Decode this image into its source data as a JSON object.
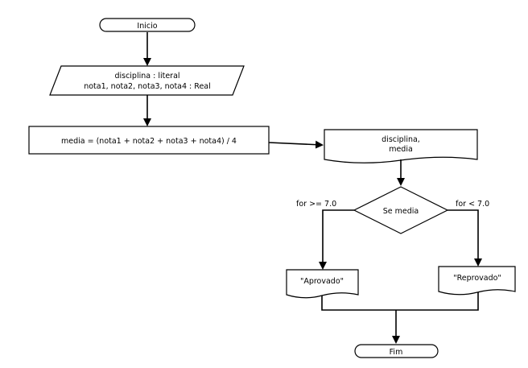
{
  "flowchart": {
    "start": {
      "label": "Inicio"
    },
    "input": {
      "line1": "disciplina : literal",
      "line2": "nota1, nota2, nota3, nota4 : Real"
    },
    "process": {
      "label": "media = (nota1 + nota2 + nota3 + nota4) / 4"
    },
    "output": {
      "line1": "disciplina,",
      "line2": "media"
    },
    "decision": {
      "label": "Se media"
    },
    "branch_true": {
      "label": "for >= 7.0"
    },
    "branch_false": {
      "label": "for < 7.0"
    },
    "output_approved": {
      "label": "\"Aprovado\""
    },
    "output_failed": {
      "label": "\"Reprovado\""
    },
    "end": {
      "label": "Fim"
    }
  }
}
